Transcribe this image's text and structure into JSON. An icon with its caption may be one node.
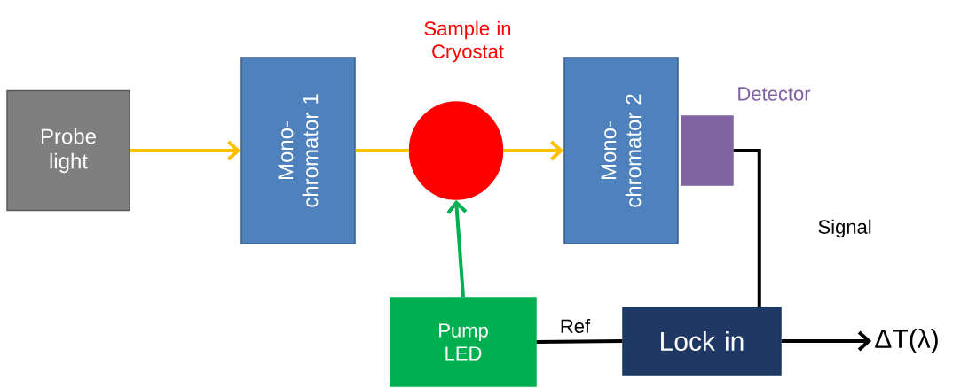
{
  "diagram": {
    "nodes": [
      {
        "text": [
          "Probe light"
        ]
      },
      {
        "text": [
          "Mono- chromator 1"
        ]
      },
      {
        "text": [
          "Sample in Cryostat"
        ]
      },
      {
        "text": [
          "Mono- chromator 2"
        ]
      },
      {
        "text": [
          "Detector"
        ]
      },
      {
        "text": [
          "Pump LED"
        ]
      },
      {
        "text": [
          "Lock in"
        ]
      },
      {
        "text": [
          "ΔT(λ)"
        ]
      }
    ],
    "edges": [
      {
        "from": 0,
        "to": 1,
        "arrow": "to",
        "color": "#ffc000"
      },
      {
        "from": 1,
        "to": 2,
        "arrow": "none",
        "color": "#ffc000"
      },
      {
        "from": 2,
        "to": 3,
        "arrow": "to",
        "color": "#ffc000"
      },
      {
        "from": 5,
        "to": 2,
        "arrow": "to",
        "color": "#00b050"
      },
      {
        "from": 4,
        "to": 6,
        "arrow": "none",
        "label": "Signal",
        "color": "#000000"
      },
      {
        "from": 5,
        "to": 6,
        "arrow": "none",
        "label": "Ref",
        "color": "#000000"
      },
      {
        "from": 6,
        "to": 7,
        "arrow": "to",
        "color": "#000000"
      }
    ]
  }
}
